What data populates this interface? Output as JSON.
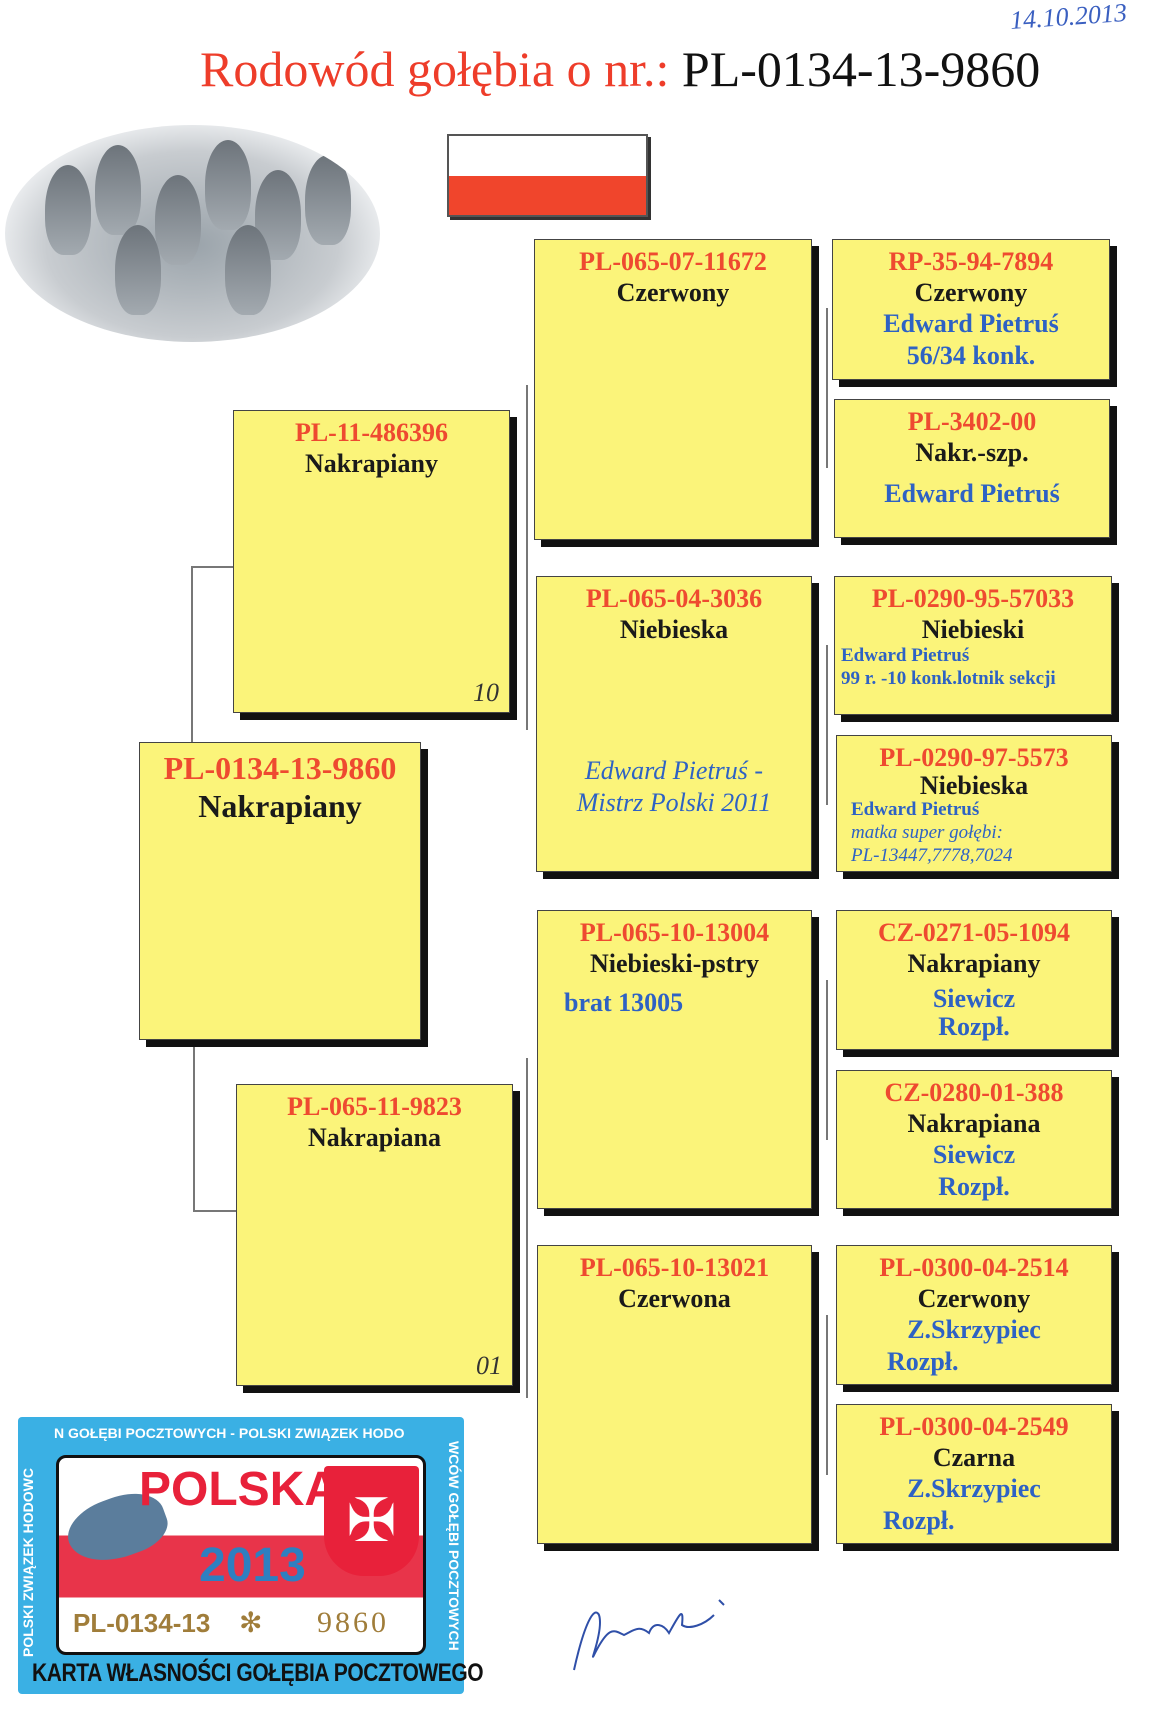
{
  "date": "14.10.2013",
  "title": {
    "prefix": "Rodowód gołębia o nr.:",
    "number": "PL-0134-13-9860"
  },
  "colors": {
    "red": "#ee4a30",
    "blue": "#2e62c4",
    "yellow": "#fbf47a"
  },
  "main": {
    "id": "PL-0134-13-9860",
    "color": "Nakrapiany"
  },
  "father": {
    "id": "PL-11-486396",
    "color": "Nakrapiany",
    "note": "10"
  },
  "mother": {
    "id": "PL-065-11-9823",
    "color": "Nakrapiana",
    "note": "01"
  },
  "gen2": [
    {
      "id": "PL-065-07-11672",
      "color": "Czerwony"
    },
    {
      "id": "PL-065-04-3036",
      "color": "Niebieska",
      "note1": "Edward Pietruś -",
      "note2": "Mistrz Polski 2011"
    },
    {
      "id": "PL-065-10-13004",
      "color": "Niebieski-pstry",
      "note1": "brat 13005"
    },
    {
      "id": "PL-065-10-13021",
      "color": "Czerwona"
    }
  ],
  "gen3": [
    {
      "id": "RP-35-94-7894",
      "color": "Czerwony",
      "l1": "Edward Pietruś",
      "l2": "56/34 konk."
    },
    {
      "id": "PL-3402-00",
      "color": "Nakr.-szp.",
      "l1": "Edward Pietruś"
    },
    {
      "id": "PL-0290-95-57033",
      "color": "Niebieski",
      "l1": "Edward Pietruś",
      "l2": "99 r. -10 konk.lotnik sekcji"
    },
    {
      "id": "PL-0290-97-5573",
      "color": "Niebieska",
      "l1": "Edward Pietruś",
      "l2": "matka super gołębi:",
      "l3": "PL-13447,7778,7024"
    },
    {
      "id": "CZ-0271-05-1094",
      "color": "Nakrapiany",
      "l1": "Siewicz",
      "l2": "Rozpł."
    },
    {
      "id": "CZ-0280-01-388",
      "color": "Nakrapiana",
      "l1": "Siewicz",
      "l2": "Rozpł."
    },
    {
      "id": "PL-0300-04-2514",
      "color": "Czerwony",
      "l1": "Z.Skrzypiec",
      "l2": "Rozpł."
    },
    {
      "id": "PL-0300-04-2549",
      "color": "Czarna",
      "l1": "Z.Skrzypiec",
      "l2": "Rozpł."
    }
  ],
  "card": {
    "top": "N GOŁĘBI POCZTOWYCH -  POLSKI ZWIĄZEK HODO",
    "left": "POLSKI  ZWIĄZEK HODOWC",
    "right": "WCÓW GOŁĘBI POCZTOWYCH",
    "country": "POLSKA",
    "year": "2013",
    "ring": "PL-0134-13",
    "number": "9860",
    "bottom": "KARTA WŁASNOŚCI GOŁĘBIA POCZTOWEGO"
  }
}
